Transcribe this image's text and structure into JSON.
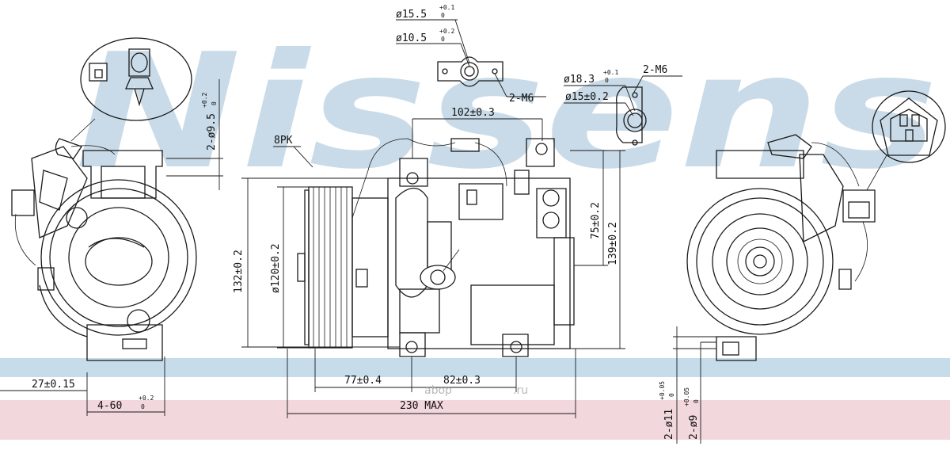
{
  "watermark": {
    "brand": "Nissens",
    "site_main": "abop",
    "site_tld": ".ru"
  },
  "colors": {
    "band_blue": "#c6dcea",
    "band_pink": "#f2d7dc",
    "line": "#1a1a1a"
  },
  "dimensions": {
    "port_a_d1": "ø15.5",
    "port_a_d1_tol_upper": "+0.1",
    "port_a_d1_tol_lower": "0",
    "port_a_d2": "ø10.5",
    "port_a_d2_tol_upper": "+0.2",
    "port_a_d2_tol_lower": "0",
    "port_a_thread": "2-M6",
    "port_b_d1": "ø18.3",
    "port_b_d1_tol_upper": "+0.1",
    "port_b_d1_tol_lower": "0",
    "port_b_thread": "2-M6",
    "port_b_d2": "ø15±0.2",
    "width_102": "102±0.3",
    "belt": "8PK",
    "height_132": "132±0.2",
    "pulley_120": "ø120±0.2",
    "height_75": "75±0.2",
    "height_139": "139±0.2",
    "length_77": "77±0.4",
    "length_82": "82±0.3",
    "length_230": "230 MAX",
    "mount_27": "27±0.15",
    "mount_4_60": "4-60",
    "mount_4_60_tol_upper": "+0.2",
    "mount_4_60_tol_lower": "0",
    "hole_9_5": "2-ø9.5",
    "hole_9_5_tol_upper": "+0.2",
    "hole_9_5_tol_lower": "0",
    "hole_11": "2-ø11",
    "hole_11_tol_upper": "+0.05",
    "hole_11_tol_lower": "0",
    "hole_9": "2-ø9",
    "hole_9_tol_upper": "+0.05",
    "hole_9_tol_lower": "0"
  }
}
